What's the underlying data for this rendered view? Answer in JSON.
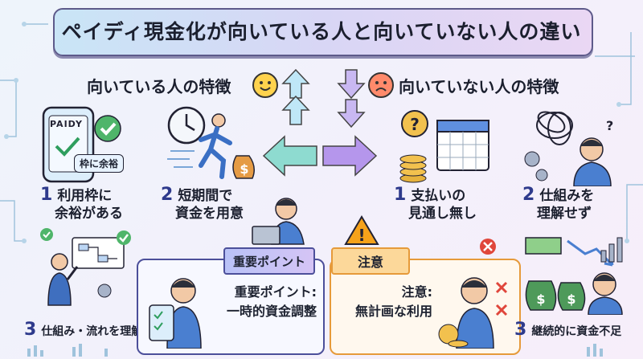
{
  "title": "ペイディ現金化が向いている人と向いていない人の違い",
  "left_heading": "向いている人の特徴",
  "right_heading": "向いていない人の特徴",
  "left_items": [
    {
      "num": "1",
      "line1": "利用枠に",
      "line2": "余裕がある"
    },
    {
      "num": "2",
      "line1": "短期間で",
      "line2": "資金を用意"
    },
    {
      "num": "3",
      "line1": "仕組み・流れを理解",
      "line2": ""
    }
  ],
  "right_items": [
    {
      "num": "1",
      "line1": "支払いの",
      "line2": "見通し無し"
    },
    {
      "num": "2",
      "line1": "仕組みを",
      "line2": "理解せず"
    },
    {
      "num": "3",
      "line1": "継続的に資金不足",
      "line2": ""
    }
  ],
  "important_box": {
    "tag": "重要ポイント",
    "line1": "重要ポイント:",
    "line2": "一時的資金調整"
  },
  "caution_box": {
    "tag": "注意",
    "line1": "注意:",
    "line2": "無計画な利用"
  },
  "phone": {
    "brand": "PAIDY",
    "badge": "枠に余裕"
  },
  "icons": {
    "happy": "smiley-face-icon",
    "sad": "sad-face-icon",
    "arrows": [
      "up-arrow-icon",
      "down-arrow-icon",
      "left-arrow-icon",
      "right-arrow-icon"
    ]
  },
  "colors": {
    "accent_left": "#4c4f9a",
    "accent_right": "#e69a3a",
    "arrow_teal": "#7fd3cf",
    "arrow_purple": "#a98be3"
  }
}
